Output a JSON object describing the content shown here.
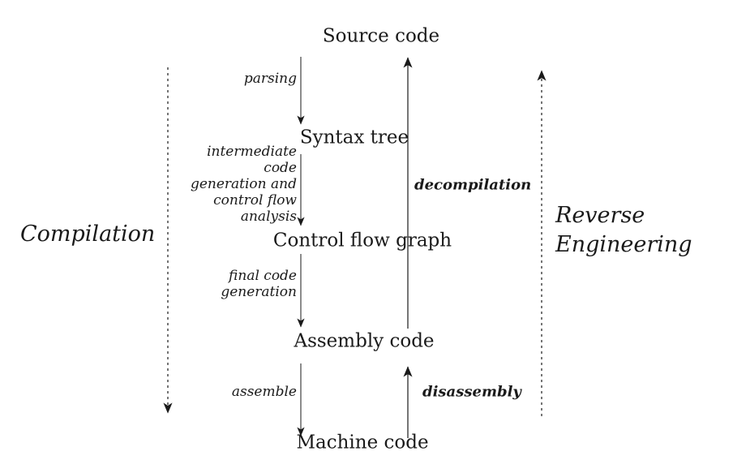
{
  "colors": {
    "ink": "#1a1a1a",
    "background": "#ffffff"
  },
  "nodes": {
    "source_code": "Source code",
    "syntax_tree": "Syntax tree",
    "control_flow_graph": "Control flow graph",
    "assembly_code": "Assembly code",
    "machine_code": "Machine code"
  },
  "forward_steps": {
    "parsing": "parsing",
    "intermediate": "intermediate\ncode\ngeneration and\ncontrol flow\nanalysis",
    "final_code": "final code\ngeneration",
    "assemble": "assemble"
  },
  "reverse_steps": {
    "decompilation": "decompilation",
    "disassembly": "disassembly"
  },
  "side_labels": {
    "compilation": "Compilation",
    "reverse_engineering": "Reverse\nEngineering"
  }
}
